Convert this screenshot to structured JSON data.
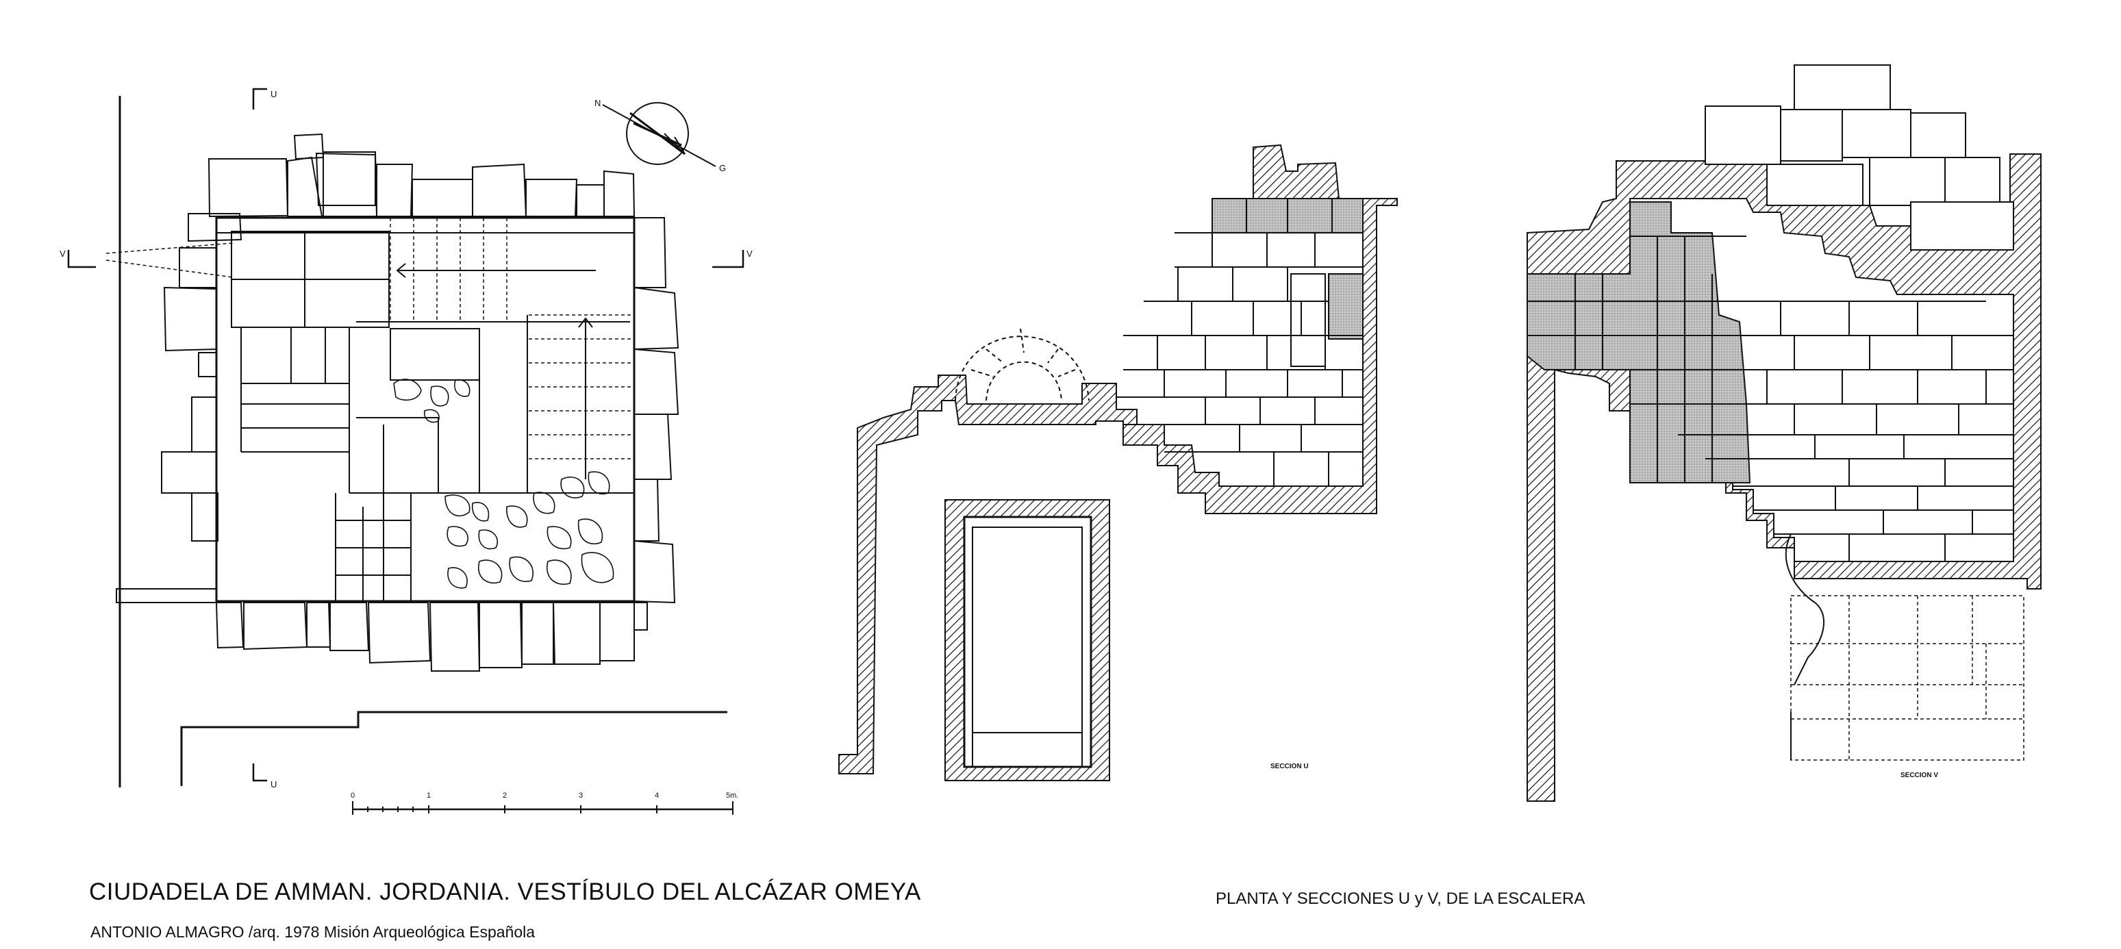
{
  "title": "CIUDADELA DE AMMAN. JORDANIA. VESTÍBULO DEL ALCÁZAR OMEYA",
  "credit": "ANTONIO ALMAGRO /arq.  1978  Misión Arqueológica Española",
  "subtitle": "PLANTA Y SECCIONES U y V, DE LA  ESCALERA",
  "plan": {
    "section_marks": [
      "U",
      "U",
      "V",
      "V"
    ],
    "compass": {
      "north": "N",
      "label": "G"
    },
    "scale_bar": {
      "ticks": [
        "0",
        "1",
        "2",
        "3",
        "4",
        "5m."
      ]
    }
  },
  "section_u": {
    "label": "SECCION U"
  },
  "section_v": {
    "label": "SECCION V"
  },
  "colors": {
    "ink": "#111111",
    "stone_shade": "#bdbdbd",
    "paper": "#ffffff"
  }
}
